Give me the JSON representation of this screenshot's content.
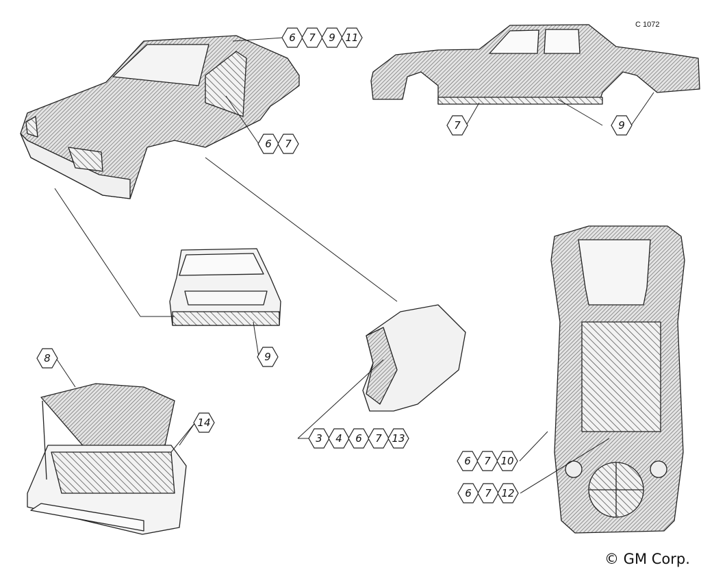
{
  "figure_code": "C 1072",
  "copyright": "© GM Corp.",
  "callouts": [
    {
      "name": "callout-sedan-roof",
      "numbers": [
        "6",
        "7",
        "9",
        "11"
      ]
    },
    {
      "name": "callout-sedan-door",
      "numbers": [
        "6",
        "7"
      ]
    },
    {
      "name": "callout-side-panel",
      "numbers": [
        "7"
      ]
    },
    {
      "name": "callout-side-sill",
      "numbers": [
        "9"
      ]
    },
    {
      "name": "callout-rear-bumper",
      "numbers": [
        "9"
      ]
    },
    {
      "name": "callout-hood",
      "numbers": [
        "8"
      ]
    },
    {
      "name": "callout-engine-bay",
      "numbers": [
        "14"
      ]
    },
    {
      "name": "callout-sill-section",
      "numbers": [
        "3",
        "4",
        "6",
        "7",
        "13"
      ]
    },
    {
      "name": "callout-floor-front",
      "numbers": [
        "6",
        "7",
        "10"
      ]
    },
    {
      "name": "callout-floor-rear",
      "numbers": [
        "6",
        "7",
        "12"
      ]
    }
  ],
  "colors": {
    "line": "#222222",
    "hatch": "#555555",
    "fill": "#d9d9d9"
  }
}
